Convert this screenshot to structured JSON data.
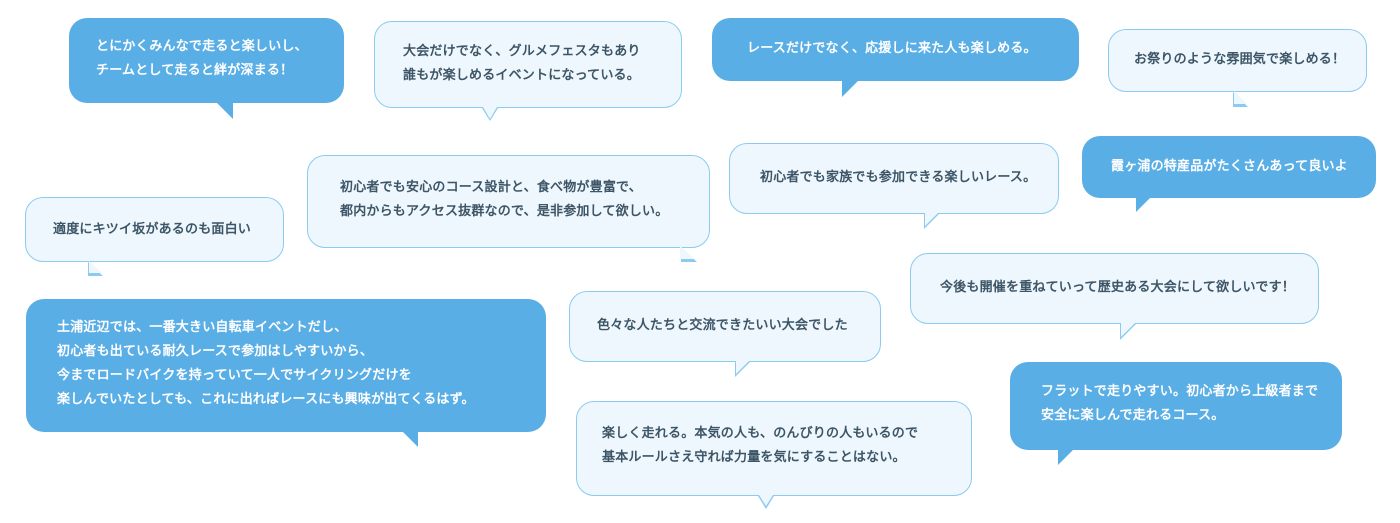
{
  "comments": [
    {
      "lines": [
        "とにかくみんなで走ると楽しいし、",
        "チームとして走ると絆が深まる！"
      ]
    },
    {
      "lines": [
        "大会だけでなく、グルメフェスタもあり",
        "誰もが楽しめるイベントになっている。"
      ]
    },
    {
      "lines": [
        "レースだけでなく、応援しに来た人も楽しめる。"
      ]
    },
    {
      "lines": [
        "お祭りのような雰囲気で楽しめる！"
      ]
    },
    {
      "lines": [
        "初心者でも安心のコース設計と、食べ物が豊富で、",
        "都内からもアクセス抜群なので、是非参加して欲しい。"
      ]
    },
    {
      "lines": [
        "初心者でも家族でも参加できる楽しいレース。"
      ]
    },
    {
      "lines": [
        "霞ヶ浦の特産品がたくさんあって良いよ"
      ]
    },
    {
      "lines": [
        "適度にキツイ坂があるのも面白い"
      ]
    },
    {
      "lines": [
        "今後も開催を重ねていって歴史ある大会にして欲しいです！"
      ]
    },
    {
      "lines": [
        "土浦近辺では、一番大きい自転車イベントだし、",
        "初心者も出ている耐久レースで参加はしやすいから、",
        "今までロードバイクを持っていて一人でサイクリングだけを",
        "楽しんでいたとしても、これに出ればレースにも興味が出てくるはず。"
      ]
    },
    {
      "lines": [
        "色々な人たちと交流できたいい大会でした"
      ]
    },
    {
      "lines": [
        "フラットで走りやすい。初心者から上級者まで",
        "安全に楽しんで走れるコース。"
      ]
    },
    {
      "lines": [
        "楽しく走れる。本気の人も、のんびりの人もいるので",
        "基本ルールさえ守れば力量を気にすることはない。"
      ]
    }
  ],
  "colors": {
    "filled": "#5aaee6",
    "outline_border": "#8ccbef",
    "outline_bg": "#eef7fd",
    "outline_text": "#3d5566"
  }
}
